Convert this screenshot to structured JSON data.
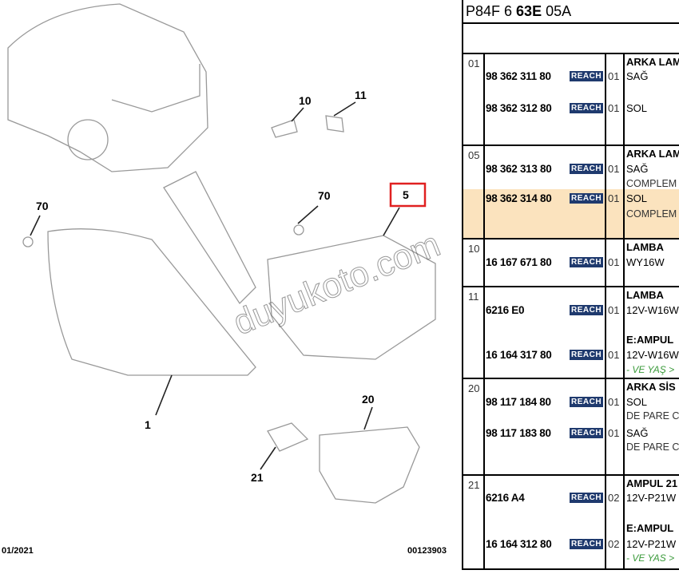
{
  "diagram": {
    "callouts": [
      "10",
      "11",
      "70",
      "70",
      "5",
      "1",
      "20",
      "21"
    ],
    "footer_left": "01/2021",
    "footer_right": "00123903",
    "watermark": "duyukoto.com"
  },
  "panel": {
    "title_pre": "P84F 6 ",
    "title_bold": "63E",
    "title_post": " 05A",
    "reach_label": "REACH",
    "rows": [
      {
        "ref": "01",
        "lines": [
          {
            "desc": "ARKA LAM"
          },
          {
            "pn": "98 362 311 80",
            "qty": "01",
            "sub": "SAĞ"
          },
          {
            "pn": "98 362 312 80",
            "qty": "01",
            "sub": "SOL"
          }
        ]
      },
      {
        "ref": "05",
        "lines": [
          {
            "desc": "ARKA LAM"
          },
          {
            "pn": "98 362 313 80",
            "qty": "01",
            "sub": "SAĞ"
          },
          {
            "sub2": "COMPLEM"
          },
          {
            "pn": "98 362 314 80",
            "qty": "01",
            "sub": "SOL",
            "highlight": true
          },
          {
            "sub2": "COMPLEM"
          }
        ]
      },
      {
        "ref": "10",
        "lines": [
          {
            "desc": "LAMBA"
          },
          {
            "pn": "16 167 671 80",
            "qty": "01",
            "sub": "WY16W"
          }
        ]
      },
      {
        "ref": "11",
        "lines": [
          {
            "desc": "LAMBA"
          },
          {
            "pn": "6216 E0",
            "qty": "01",
            "sub": "12V-W16W"
          },
          {
            "desc": "E:AMPUL"
          },
          {
            "pn": "16 164 317 80",
            "qty": "01",
            "sub": "12V-W16W"
          },
          {
            "note": "- VE YAŞ >"
          }
        ]
      },
      {
        "ref": "20",
        "lines": [
          {
            "desc": "ARKA SİS"
          },
          {
            "pn": "98 117 184 80",
            "qty": "01",
            "sub": "SOL"
          },
          {
            "sub2": "DE PARE C"
          },
          {
            "pn": "98 117 183 80",
            "qty": "01",
            "sub": "SAĞ"
          },
          {
            "sub2": "DE PARE C"
          }
        ]
      },
      {
        "ref": "21",
        "lines": [
          {
            "desc": "AMPUL 21"
          },
          {
            "pn": "6216 A4",
            "qty": "02",
            "sub": "12V-P21W"
          },
          {
            "desc": "E:AMPUL"
          },
          {
            "pn": "16 164 312 80",
            "qty": "02",
            "sub": "12V-P21W"
          },
          {
            "note": "- VE YAS >"
          }
        ]
      }
    ]
  }
}
